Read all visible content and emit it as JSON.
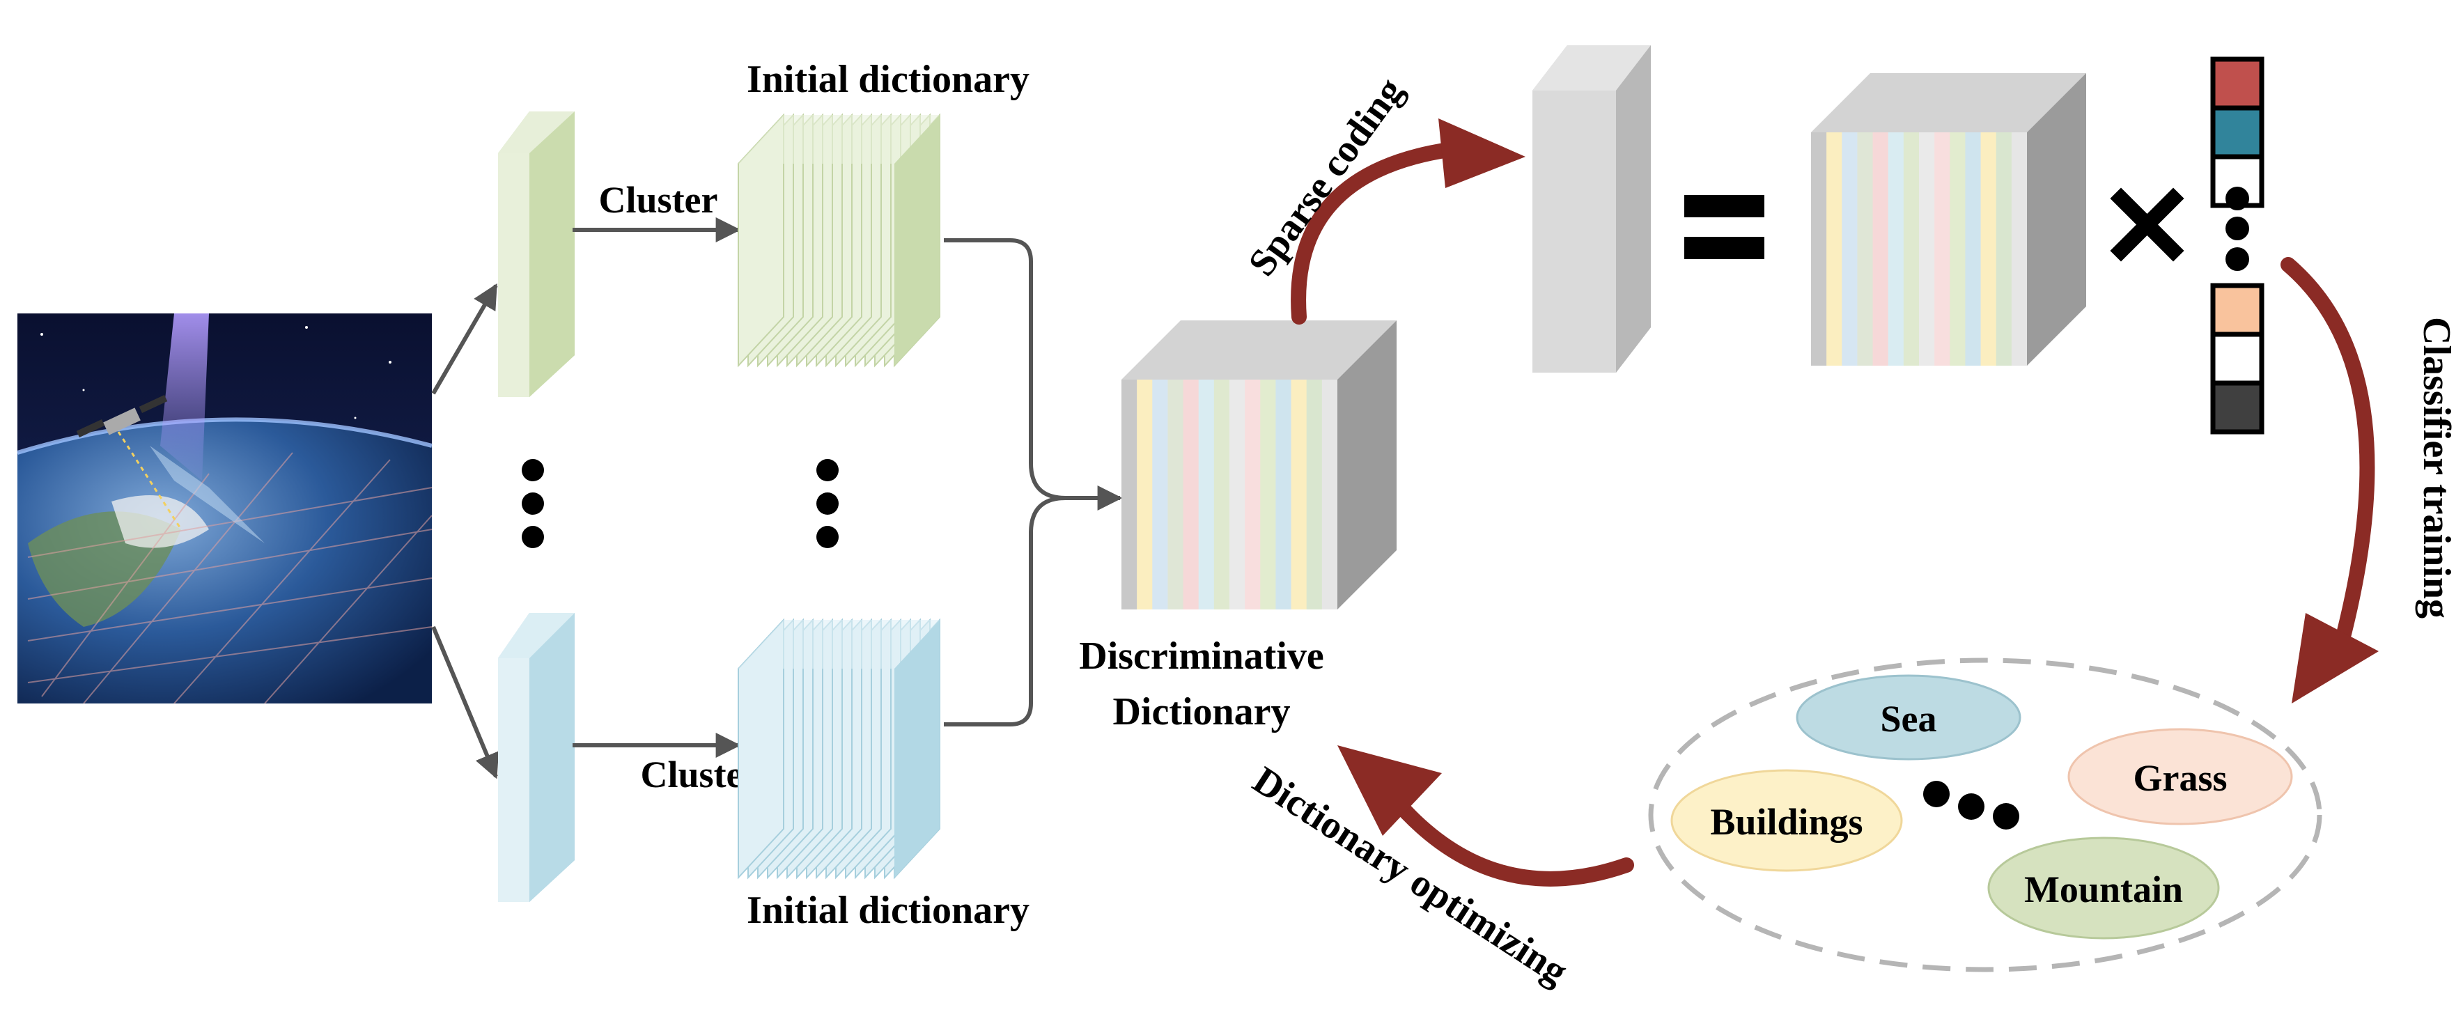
{
  "labels": {
    "initial_dictionary_top": "Initial dictionary",
    "initial_dictionary_bottom": "Initial dictionary",
    "cluster_top": "Cluster",
    "cluster_bottom": "Cluster",
    "discriminative_line1": "Discriminative",
    "discriminative_line2": "Dictionary",
    "sparse_coding": "Sparse coding",
    "classifier_training": "Classifier training",
    "dictionary_optimizing": "Dictionary optimizing",
    "equals": "=",
    "times": "×"
  },
  "classes": [
    "Sea",
    "Grass",
    "Buildings",
    "Mountain"
  ],
  "colors": {
    "green_panel": "#dbe6c8",
    "blue_panel": "#bfe0ea",
    "arrow_red": "#8b2b25",
    "connector_gray": "#555555",
    "sea": "#bddbe3",
    "grass": "#fbe3d6",
    "buildings": "#fdf1c8",
    "mountain": "#d6e2bf",
    "code_red": "#c0504d",
    "code_teal": "#31849b",
    "code_peach": "#f9c39d",
    "code_dark": "#404040"
  },
  "icons": [
    "satellite-earth-image",
    "ellipsis-dots",
    "times-icon",
    "equals-icon"
  ]
}
